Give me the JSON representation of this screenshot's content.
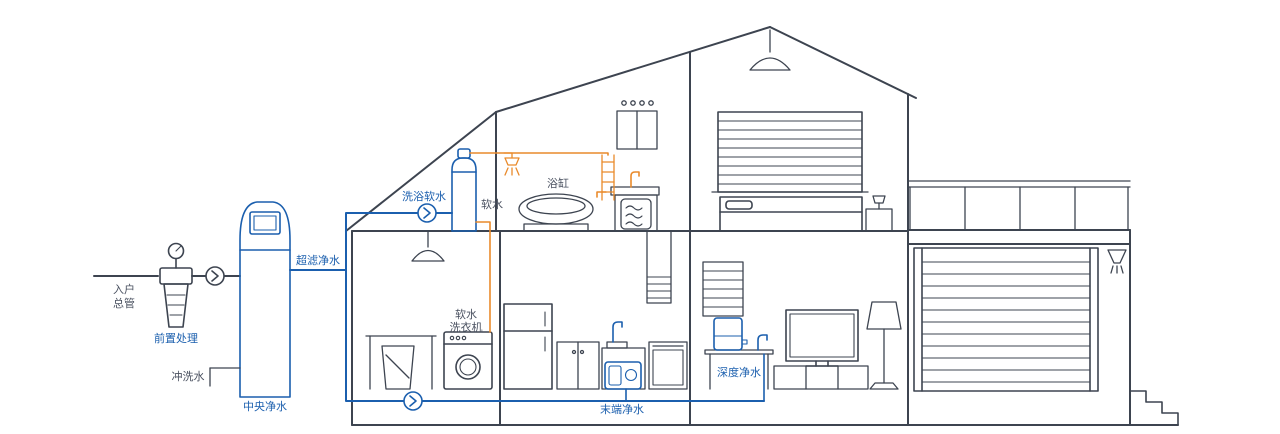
{
  "colors": {
    "outline": "#3d4450",
    "blue": "#1b5fae",
    "orange": "#e98a2b",
    "grayText": "#4a5160",
    "bg": "#ffffff"
  },
  "icons": {
    "flow_arrow": "chevron-right-in-circle"
  },
  "labels": {
    "inlet_line1": "入户",
    "inlet_line2": "总管",
    "pre_treatment": "前置处理",
    "central_purification": "中央净水",
    "flush_water": "冲洗水",
    "ultrafiltration": "超滤净水",
    "bath_softening": "洗浴软水",
    "soft_water": "软水",
    "bathtub": "浴缸",
    "washer_line1": "软水",
    "washer_line2": "洗衣机",
    "terminal_purification": "末端净水",
    "deep_purification": "深度净水"
  }
}
